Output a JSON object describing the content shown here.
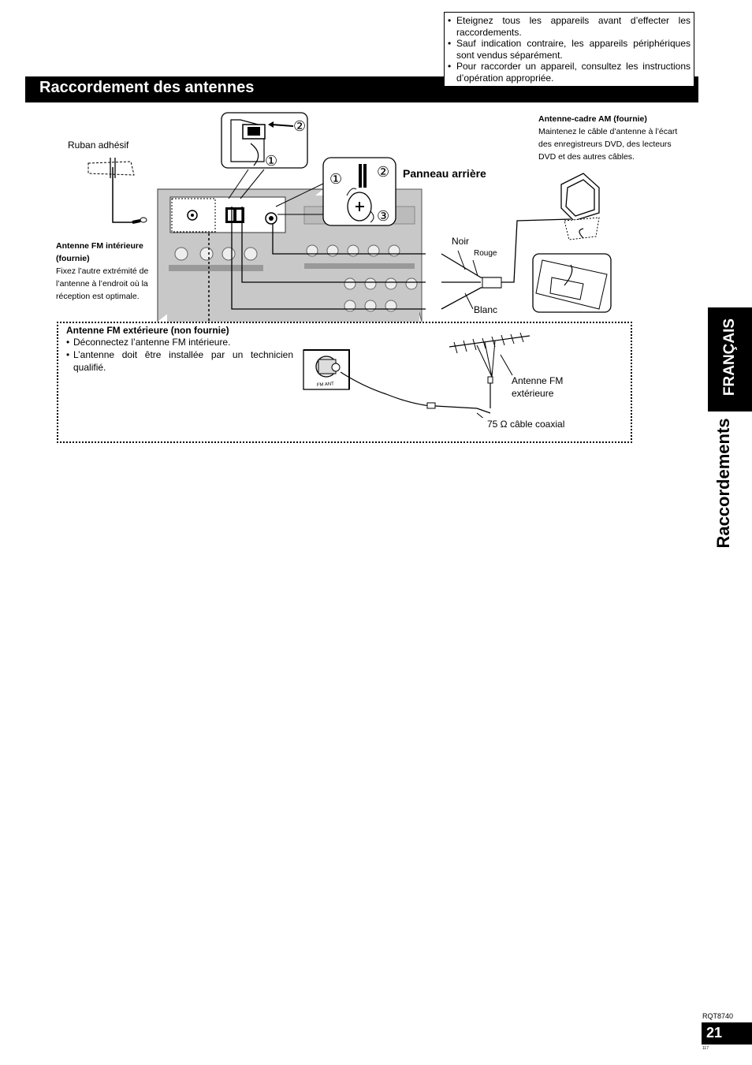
{
  "header": {
    "title": "Raccordement des antennes"
  },
  "notes": [
    "Eteignez tous les appareils avant d’effecter les raccordements.",
    "Sauf indication contraire, les appareils périphériques sont vendus séparément.",
    "Pour raccorder un appareil, consultez les instructions d’opération appropriée."
  ],
  "diagram": {
    "tape_label": "Ruban adhésif",
    "fm_indoor_title": "Antenne FM intérieure (fournie)",
    "fm_indoor_desc": "Fixez l’autre extrémité de l’antenne à l’endroit où la réception est optimale.",
    "rear_panel_label": "Panneau arrière",
    "am_loop_title": "Antenne-cadre AM (fournie)",
    "am_loop_desc": "Maintenez le câble d’antenne à l’écart des enregistreurs DVD, des lecteurs DVD et des autres câbles.",
    "wire_black": "Noir",
    "wire_red": "Rouge",
    "wire_white": "Blanc",
    "step_marks": [
      "①",
      "②",
      "③"
    ]
  },
  "fm_outdoor": {
    "title": "Antenne FM extérieure (non fournie)",
    "items": [
      "Déconnectez l’antenne FM intérieure.",
      "L’antenne doit être installée par un technicien qualifié."
    ],
    "antenna_label": "Antenne FM extérieure",
    "cable_label": "75 Ω câble coaxial",
    "jack_label": "FM ANT"
  },
  "side_tabs": {
    "language": "FRANÇAIS",
    "section": "Raccordements"
  },
  "footer": {
    "model": "RQT8740",
    "page": "21",
    "small": "117"
  }
}
